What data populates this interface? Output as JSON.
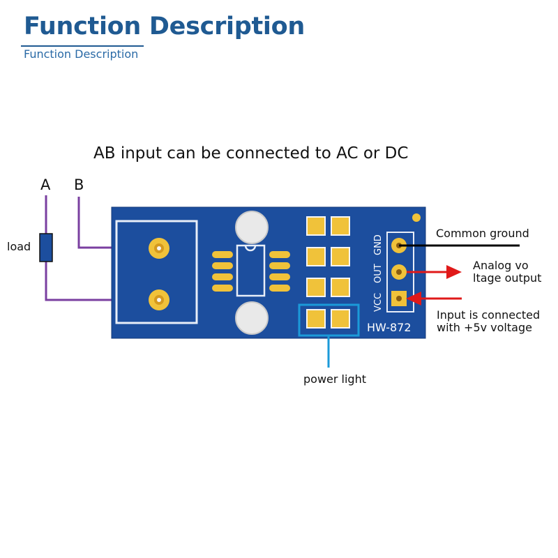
{
  "header": {
    "title": "Function Description",
    "subtitle": "Function Description"
  },
  "diagram": {
    "heading": "AB input can be connected to AC or DC",
    "input_a": "A",
    "input_b": "B",
    "load_label": "load",
    "board_model": "HW-872",
    "pin_labels": [
      "VCC",
      "OUT",
      "GND"
    ],
    "callouts": {
      "ground": "Common ground",
      "analog_line1": "Analog vo",
      "analog_line2": "ltage output",
      "input_line1": "Input is connected",
      "input_line2": "with +5v voltage",
      "power_light": "power light"
    },
    "colors": {
      "title": "#1f5a92",
      "board": "#1c4e9e",
      "pad": "#f0c23a",
      "wire": "#7a3fa0",
      "arrow": "#e01919",
      "ground_line": "#000000",
      "highlight": "#1b9ad9"
    }
  }
}
